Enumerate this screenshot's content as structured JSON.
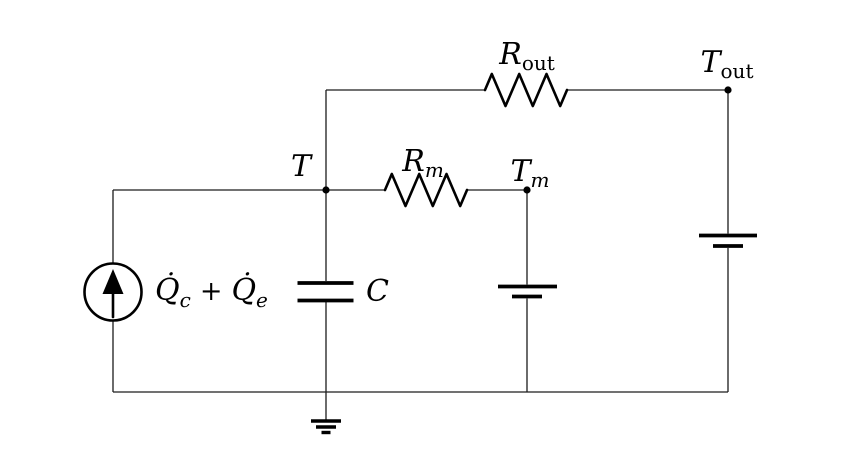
{
  "diagram": {
    "background": "#ffffff",
    "line_color": "#000000",
    "labels": {
      "node_t": "T",
      "resistor_m": {
        "main": "R",
        "sub": "m"
      },
      "node_t_m": {
        "main": "T",
        "sub": "m"
      },
      "resistor_out": {
        "main": "R",
        "sub": "out"
      },
      "node_t_out": {
        "main": "T",
        "sub": "out"
      },
      "source": {
        "q_c": "Q̇",
        "q_c_sub": "c",
        "plus": "+",
        "q_e": "Q̇",
        "q_e_sub": "e"
      },
      "capacitor": "C"
    },
    "components": {
      "current_source": "current-source-arrow-up",
      "capacitor": "capacitor-two-plates",
      "resistor_m": "resistor-zigzag",
      "resistor_out": "resistor-zigzag",
      "battery_t_m": "battery-cell",
      "battery_t_out": "battery-cell",
      "ground": "earth-ground"
    }
  }
}
